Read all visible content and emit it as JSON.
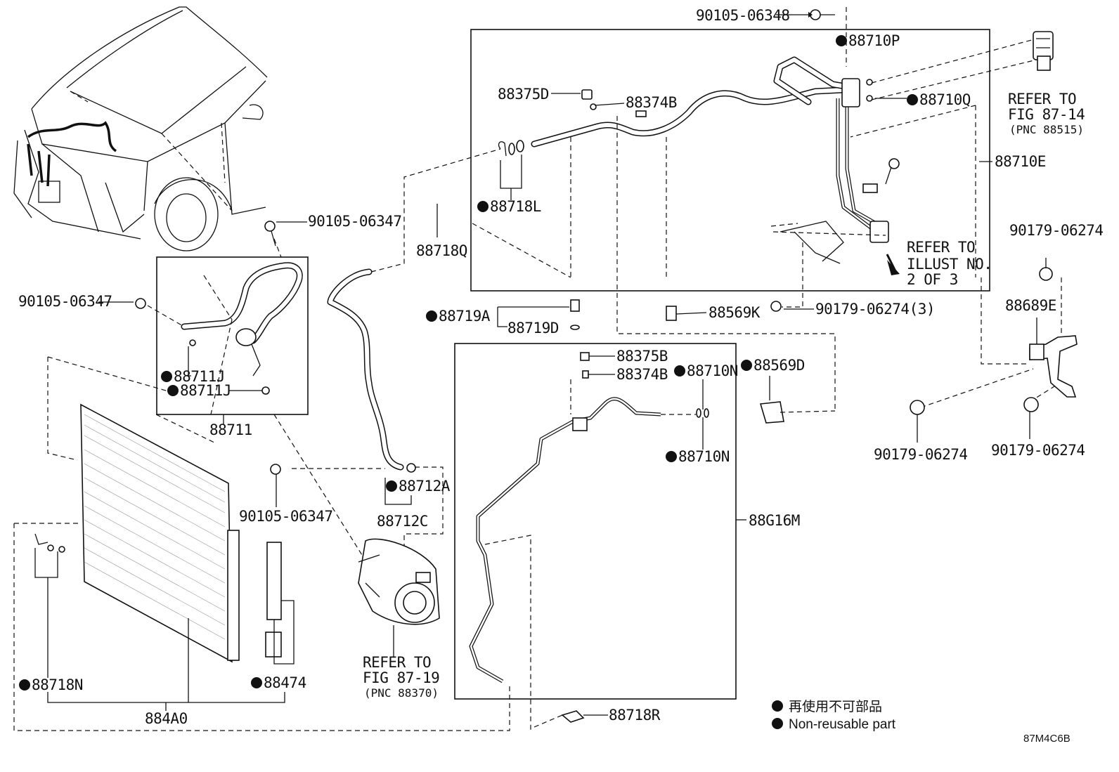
{
  "parts": {
    "p90105_06348": "90105-06348",
    "p88710P": "88710P",
    "p88375D": "88375D",
    "p88374B_top": "88374B",
    "p88710Q": "88710Q",
    "p88710E": "88710E",
    "p88718L": "88718L",
    "p88718Q": "88718Q",
    "p90105_06347_a": "90105-06347",
    "p90105_06347_b": "90105-06347",
    "p90105_06347_c": "90105-06347",
    "p88719A": "88719A",
    "p88719D": "88719D",
    "p88569K": "88569K",
    "p90179_06274_3": "90179-06274(3)",
    "p88711J_a": "88711J",
    "p88711J_b": "88711J",
    "p88711": "88711",
    "p88375B": "88375B",
    "p88374B_mid": "88374B",
    "p88710N_a": "88710N",
    "p88710N_b": "88710N",
    "p88569D": "88569D",
    "p90179_06274_a": "90179-06274",
    "p88689E": "88689E",
    "p90179_06274_b": "90179-06274",
    "p90179_06274_c": "90179-06274",
    "p88712A": "88712A",
    "p88712C": "88712C",
    "p88G16M": "88G16M",
    "p88718N": "88718N",
    "p88474": "88474",
    "p884A0": "884A0",
    "p88718R": "88718R"
  },
  "refs": {
    "fig87_14": [
      "REFER TO",
      "FIG 87-14",
      "(PNC 88515)"
    ],
    "illust2": [
      "REFER TO",
      "ILLUST NO.",
      "2 OF 3"
    ],
    "fig87_19": [
      "REFER TO",
      "FIG 87-19",
      "(PNC 88370)"
    ]
  },
  "legend": {
    "line1": "再使用不可部品",
    "line2": "Non-reusable part"
  },
  "diagram_code": "87M4C6B"
}
